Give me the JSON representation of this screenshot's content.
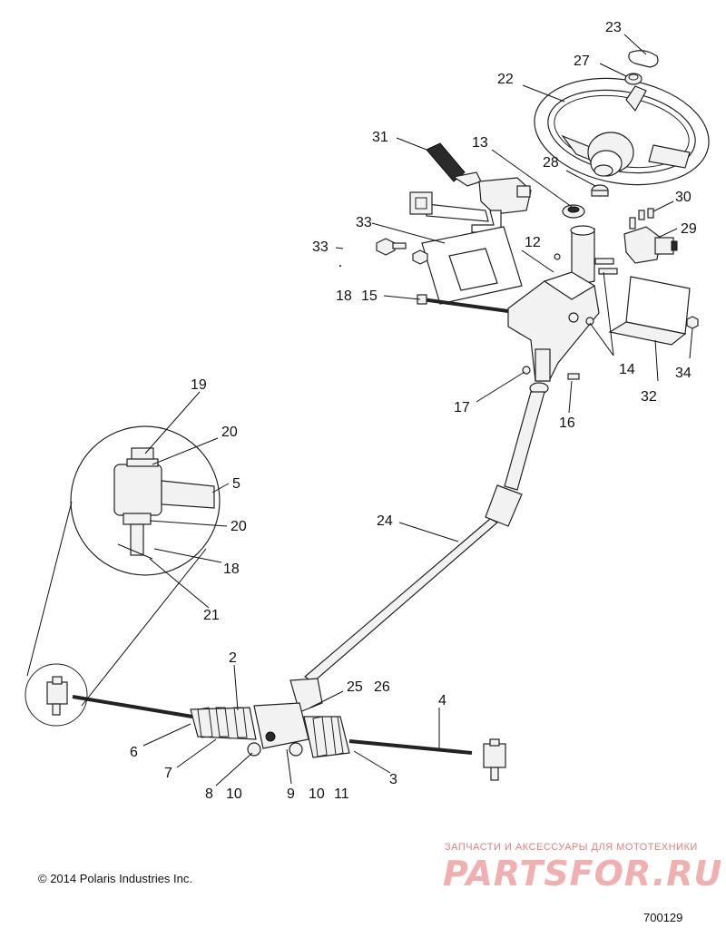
{
  "copyright": "© 2014 Polaris Industries Inc.",
  "drawing_number": "700129",
  "watermark": {
    "tagline": "ЗАПЧАСТИ И АКСЕССУАРЫ ДЛЯ МОТОТЕХНИКИ",
    "brand": "PARTSFOR.RU"
  },
  "callouts": {
    "n23": "23",
    "n27": "27",
    "n22": "22",
    "n31": "31",
    "n13": "13",
    "n28": "28",
    "n30": "30",
    "n29": "29",
    "n33a": "33",
    "n33b": "33",
    "n12": "12",
    "n18a": "18",
    "n15": "15",
    "n14": "14",
    "n34": "34",
    "n32": "32",
    "n17": "17",
    "n16": "16",
    "n19": "19",
    "n20a": "20",
    "n5": "5",
    "n20b": "20",
    "n18b": "18",
    "n21": "21",
    "n24": "24",
    "n2": "2",
    "n25": "25",
    "n26": "26",
    "n4": "4",
    "n6": "6",
    "n7": "7",
    "n8": "8",
    "n10a": "10",
    "n9": "9",
    "n10b": "10",
    "n11": "11",
    "n3": "3"
  }
}
